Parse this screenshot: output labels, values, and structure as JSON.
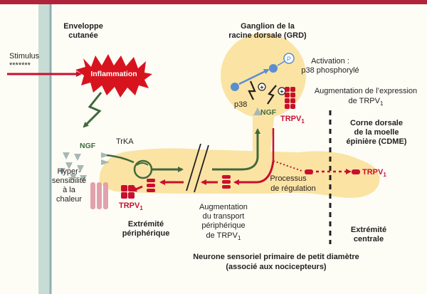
{
  "colors": {
    "background": "#fdfdf6",
    "top_border": "#b0233b",
    "skin": "#c8dcd6",
    "skin_line": "#8fb0b3",
    "neuron": "#fbe3a3",
    "red": "#c8102e",
    "green": "#3f6a3c",
    "blue": "#5b8ed0",
    "pink": "#e2a2ad"
  },
  "labels": {
    "envelope_1": "Enveloppe",
    "envelope_2": "cutanée",
    "stimulus": "Stimulus",
    "stimulus_stars": "*******",
    "inflammation": "Inflammation",
    "ngf_left": "NGF",
    "trka": "TrKA",
    "hyper_1": "Hyper-",
    "hyper_2": "sensibilité",
    "hyper_3": "à la",
    "hyper_4": "chaleur",
    "trpv1_left": "TRPV",
    "sub1": "1",
    "extremite_periph_1": "Extrémité",
    "extremite_periph_2": "périphérique",
    "ganglion_1": "Ganglion de la",
    "ganglion_2": "racine dorsale (GRD)",
    "p38": "p38",
    "ngf_ganglion": "NGF",
    "trpv1_ganglion": "TRPV",
    "p_circle": "P",
    "plus": "+",
    "activation_1": "Activation :",
    "activation_2": "p38 phosphorylé",
    "augmentation_expr_1": "Augmentation de l’expression",
    "augmentation_expr_2": "de TRPV",
    "corne_1": "Corne dorsale",
    "corne_2": "de la moelle",
    "corne_3": "épinière (CDME)",
    "trpv1_right": "TRPV",
    "processus_1": "Processus",
    "processus_2": "de régulation",
    "transport_1": "Augmentation",
    "transport_2": "du transport",
    "transport_3": "périphérique",
    "transport_4": "de TRPV",
    "extremite_centrale_1": "Extrémité",
    "extremite_centrale_2": "centrale",
    "neurone_1": "Neurone sensoriel primaire de petit diamètre",
    "neurone_2": "(associé aux nocicepteurs)"
  }
}
